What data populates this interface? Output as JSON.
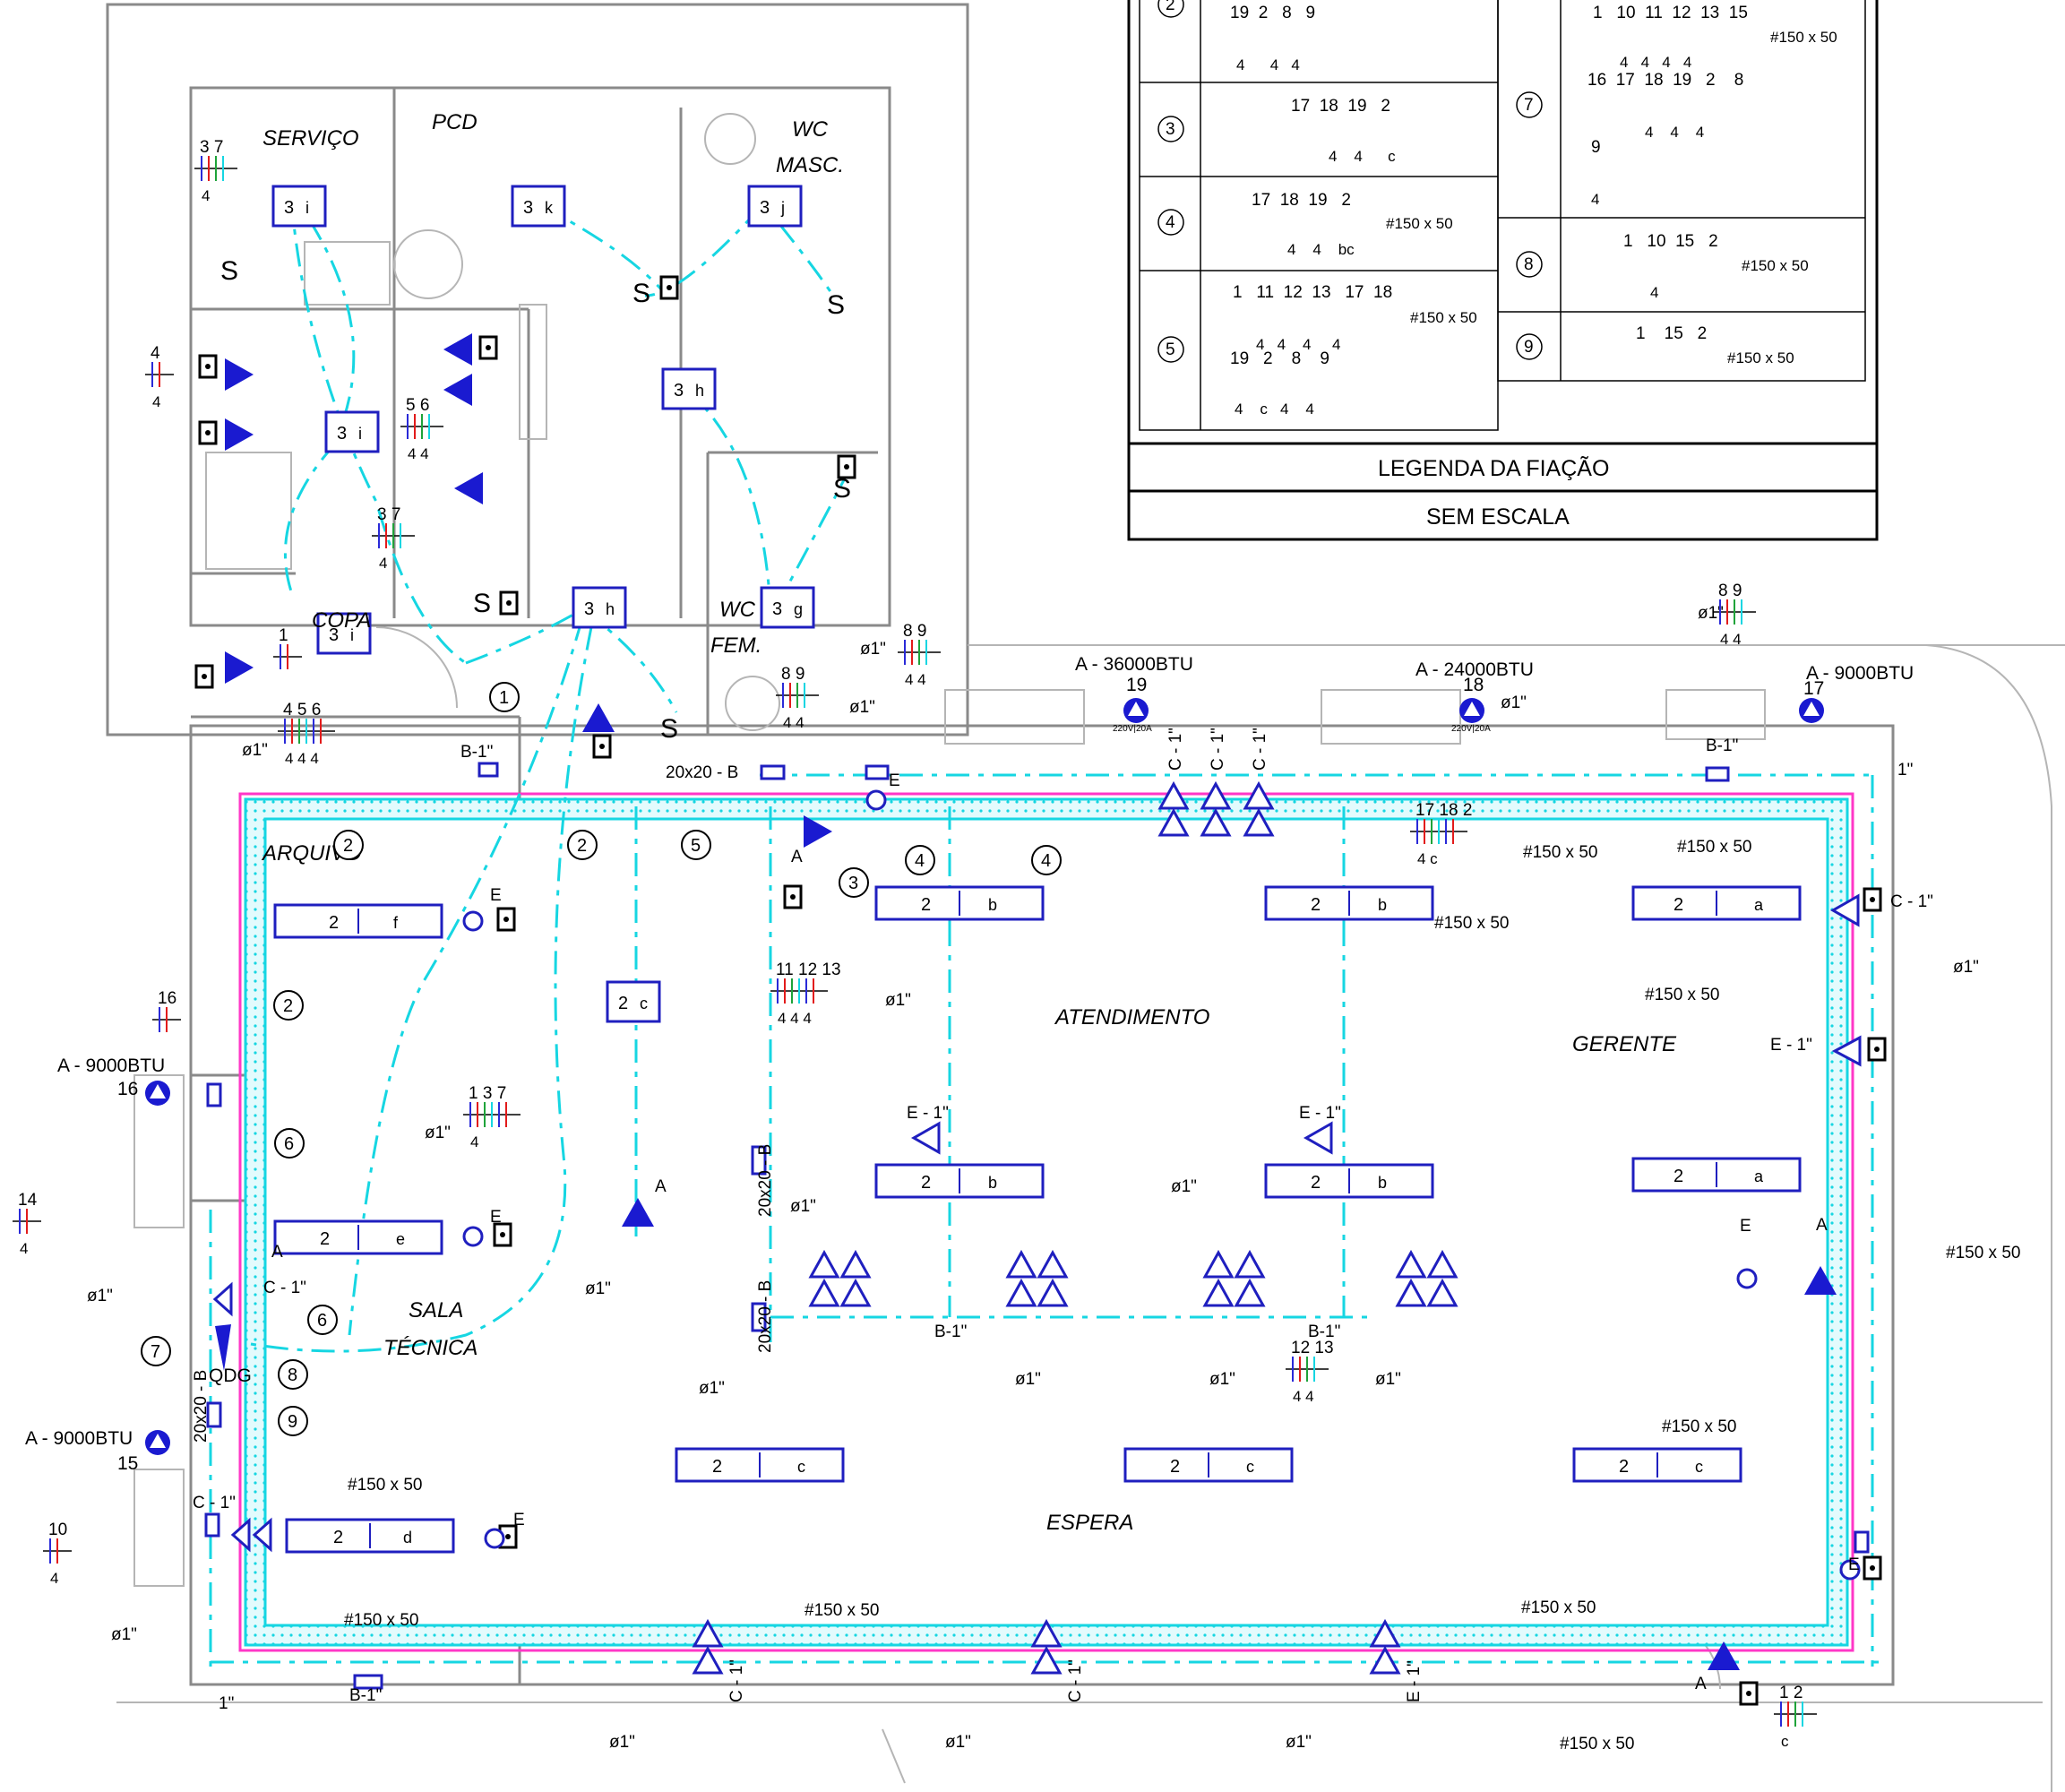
{
  "rooms": {
    "servico": "SERVIÇO",
    "pcd": "PCD",
    "wc_masc_1": "WC",
    "wc_masc_2": "MASC.",
    "copa": "COPA",
    "wc_fem_1": "WC",
    "wc_fem_2": "FEM.",
    "arquivo": "ARQUIVO",
    "atendimento": "ATENDIMENTO",
    "gerente": "GERENTE",
    "sala_tecnica_1": "SALA",
    "sala_tecnica_2": "TÉCNICA",
    "espera": "ESPERA"
  },
  "legend": {
    "title": "LEGENDA DA FIAÇÃO",
    "scale": "SEM ESCALA",
    "rows": [
      {
        "num": "2",
        "line1": "19  2   8   9",
        "line2": "4      4   4"
      },
      {
        "num": "3",
        "line1": "17  18  19   2",
        "line2": "4    4      c"
      },
      {
        "num": "4",
        "line1": "17  18  19   2",
        "line2": "4    4    bc",
        "size": "#150 x 50"
      },
      {
        "num": "5",
        "line1": "1   11  12  13   17  18",
        "line2": "4   4    4     4",
        "line3": "19   2    8    9",
        "line4": "4    c   4    4",
        "size": "#150 x 50"
      },
      {
        "num": "7",
        "line1": "1   10  11  12  13  15",
        "line2": "4   4   4   4",
        "line3": "16  17  18  19   2    8",
        "line4": "4    4    4",
        "line5": "9",
        "line6": "4",
        "size": "#150 x 50"
      },
      {
        "num": "8",
        "line1": "1   10  15   2",
        "line2": "4",
        "size": "#150 x 50"
      },
      {
        "num": "9",
        "line1": "1    15   2",
        "size": "#150 x 50"
      }
    ]
  },
  "ac_units": {
    "ac1": {
      "label": "A - 36000BTU",
      "circuit": "19"
    },
    "ac2": {
      "label": "A - 24000BTU",
      "circuit": "18"
    },
    "ac3": {
      "label": "A - 9000BTU",
      "circuit": "17"
    },
    "ac4": {
      "label": "A - 9000BTU",
      "circuit": "16"
    },
    "ac5": {
      "label": "A - 9000BTU",
      "circuit": "15"
    },
    "rating": "220V|20A"
  },
  "fixtures": {
    "lum_3i_a": {
      "n": "3",
      "s": "i"
    },
    "lum_3k": {
      "n": "3",
      "s": "k"
    },
    "lum_3j": {
      "n": "3",
      "s": "j"
    },
    "lum_3h_a": {
      "n": "3",
      "s": "h"
    },
    "lum_3i_b": {
      "n": "3",
      "s": "i"
    },
    "lum_3i_c": {
      "n": "3",
      "s": "i"
    },
    "lum_3h_b": {
      "n": "3",
      "s": "h"
    },
    "lum_3g": {
      "n": "3",
      "s": "g"
    },
    "lum_2c_small": {
      "n": "2",
      "s": "c"
    },
    "lum_2f": {
      "n": "2",
      "s": "f"
    },
    "lum_2e": {
      "n": "2",
      "s": "e"
    },
    "lum_2d": {
      "n": "2",
      "s": "d"
    },
    "lum_2b_1": {
      "n": "2",
      "s": "b"
    },
    "lum_2b_2": {
      "n": "2",
      "s": "b"
    },
    "lum_2b_3": {
      "n": "2",
      "s": "b"
    },
    "lum_2b_4": {
      "n": "2",
      "s": "b"
    },
    "lum_2a_1": {
      "n": "2",
      "s": "a"
    },
    "lum_2a_2": {
      "n": "2",
      "s": "a"
    },
    "lum_2c_1": {
      "n": "2",
      "s": "c"
    },
    "lum_2c_2": {
      "n": "2",
      "s": "c"
    },
    "lum_2c_3": {
      "n": "2",
      "s": "c"
    }
  },
  "labels": {
    "qdg": "QDG",
    "b1": "B-1\"",
    "c1": "C - 1\"",
    "e1": "E - 1\"",
    "duct_20x20": "20x20 - B",
    "size_150x50": "#150 x 50",
    "phi1": "ø1\"",
    "one_inch": "1\"",
    "amp": "20A",
    "letter_A": "A",
    "letter_E": "E",
    "letter_S": "S",
    "c_1_vert": "C - 1\"",
    "e_1_vert": "E - 1\""
  },
  "circles": [
    "1",
    "2",
    "2",
    "2",
    "2",
    "3",
    "4",
    "4",
    "5",
    "6",
    "6",
    "7",
    "8",
    "9"
  ],
  "wire_tags": [
    {
      "t": "3  7",
      "b": "4"
    },
    {
      "t": "4",
      "b": "4"
    },
    {
      "t": "1",
      "b": ""
    },
    {
      "t": "4  5  6",
      "b": "4  4  4"
    },
    {
      "t": "5  6",
      "b": "4  4"
    },
    {
      "t": "3  7",
      "b": "4"
    },
    {
      "t": "8  9",
      "b": "4  4"
    },
    {
      "t": "8  9",
      "b": "4  4"
    },
    {
      "t": "11  12  13",
      "b": "4  4  4"
    },
    {
      "t": "1  3  7",
      "b": "4"
    },
    {
      "t": "14",
      "b": "4"
    },
    {
      "t": "16",
      "b": ""
    },
    {
      "t": "10",
      "b": "4"
    },
    {
      "t": "17  18  2",
      "b": "4  c"
    },
    {
      "t": "1  2",
      "b": "c"
    },
    {
      "t": "12  13",
      "b": "4  4"
    },
    {
      "t": "8  9",
      "b": "4  4"
    }
  ]
}
